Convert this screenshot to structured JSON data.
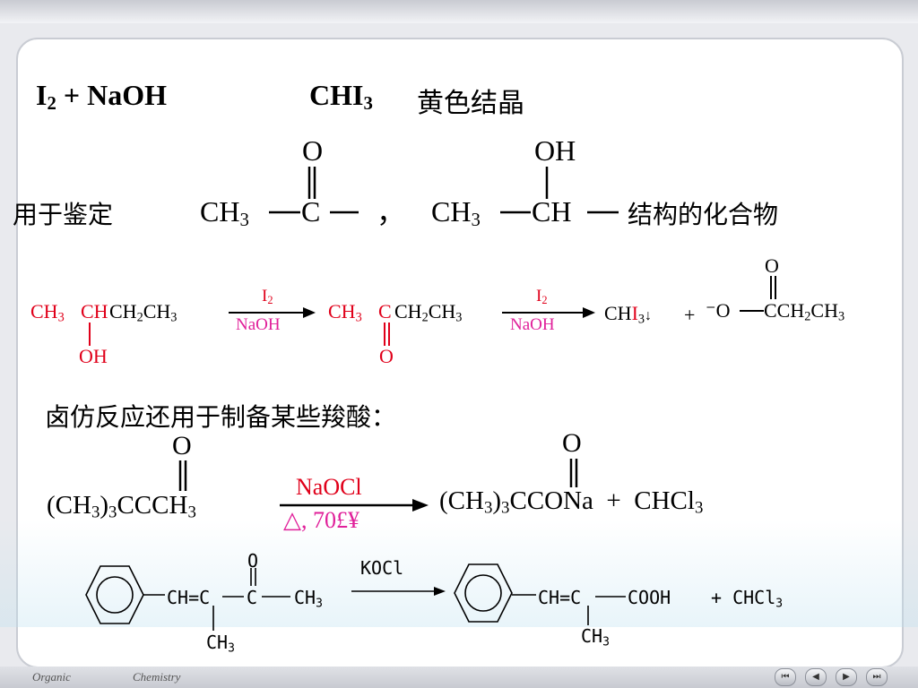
{
  "line1": {
    "reactants": "I",
    "sub": "2",
    "plus_naoh": " + NaOH",
    "product": "CHI",
    "product_sub": "3",
    "desc": "黄色结晶"
  },
  "line2": {
    "label": "用于鉴定",
    "s1_o": "O",
    "s1_ch3": "CH",
    "s1_sub": "3",
    "s1_c": "C",
    "comma": "，",
    "s2_oh": "OH",
    "s2_ch3": "CH",
    "s2_sub": "3",
    "s2_ch": "CH",
    "tail": "结构的化合物"
  },
  "reaction1": {
    "r1a": "CH",
    "r1a_sub": "3",
    "r1b": "CH",
    "r1c": "CH",
    "r1c_sub": "2",
    "r1d": "CH",
    "r1d_sub": "3",
    "r1_oh": "OH",
    "arrow1_top": "I",
    "arrow1_top_sub": "2",
    "arrow1_bottom": "NaOH",
    "p1a": "CH",
    "p1a_sub": "3",
    "p1b": "C",
    "p1c": "CH",
    "p1c_sub": "2",
    "p1d": "CH",
    "p1d_sub": "3",
    "p1_o": "O",
    "arrow2_top": "I",
    "arrow2_top_sub": "2",
    "arrow2_bottom": "NaOH",
    "p2a": "CH",
    "p2b": "I",
    "p2b_sub": "3",
    "p2_down": "↓",
    "plus": "+",
    "anion": "⁻O",
    "p3a": "CCH",
    "p3a_sub": "2",
    "p3b": "CH",
    "p3b_sub": "3",
    "p3_o": "O"
  },
  "line4": {
    "text": "卤仿反应还用于制备某些羧酸："
  },
  "reaction2": {
    "r_o": "O",
    "r_a": "(CH",
    "r_a_sub": "3",
    "r_b": ")",
    "r_b_sub": "3",
    "r_c": "CCCH",
    "r_c_sub": "3",
    "arrow_top": "NaOCl",
    "arrow_bottom": "△, 70£¥",
    "p_o": "O",
    "p_a": "(CH",
    "p_a_sub": "3",
    "p_b": ")",
    "p_b_sub": "3",
    "p_c": "CCONa  +  CHCl",
    "p_c_sub": "3"
  },
  "reaction3": {
    "r_chain": "CH=C",
    "r_o": "O",
    "r_c": "C",
    "r_ch3": "CH",
    "r_ch3_sub": "3",
    "r_sub_ch3": "CH",
    "r_sub_ch3_sub": "3",
    "reagent": "KOCl",
    "p_chain": "CH=C",
    "p_cooh": "COOH",
    "p_plus": "+ CHCl",
    "p_plus_sub": "3",
    "p_sub_ch3": "CH",
    "p_sub_ch3_sub": "3"
  },
  "footer": {
    "left": "Organic",
    "right": "Chemistry"
  },
  "nav": [
    "⏮",
    "◀",
    "▶",
    "⏭"
  ]
}
